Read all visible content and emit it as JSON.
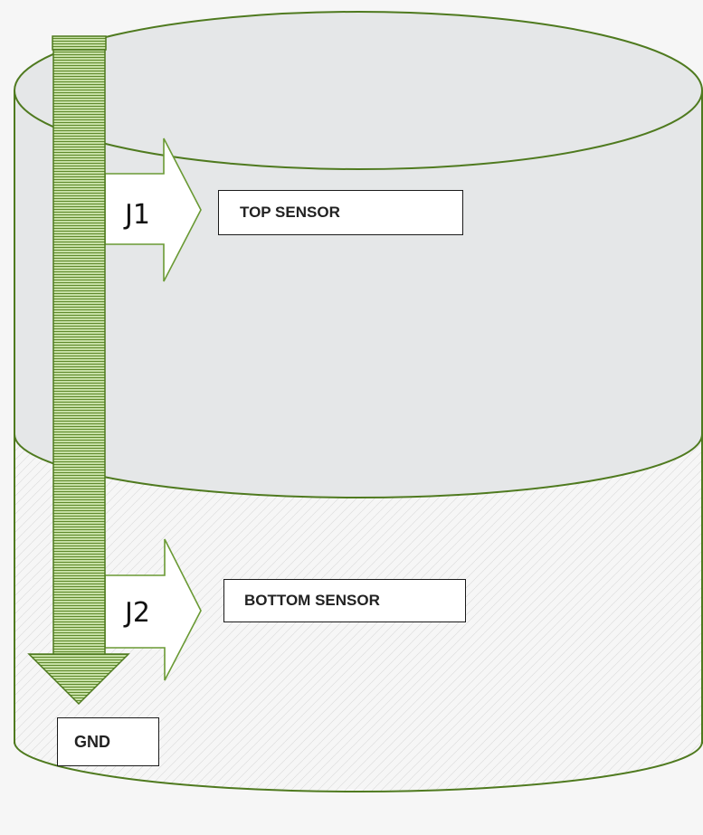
{
  "labels": {
    "top_sensor": "TOP SENSOR",
    "bottom_sensor": "BOTTOM SENSOR",
    "ground": "GND",
    "current_1": "J1",
    "current_2": "J2"
  },
  "colors": {
    "outline": "#4f7a1f",
    "upper_fill": "#e5e7e8",
    "lower_fill": "#f6f6f6",
    "arrow_fill": "#ffffff",
    "probe_fill": "#c6dfa5",
    "probe_stripes": "#5f8a2b"
  }
}
